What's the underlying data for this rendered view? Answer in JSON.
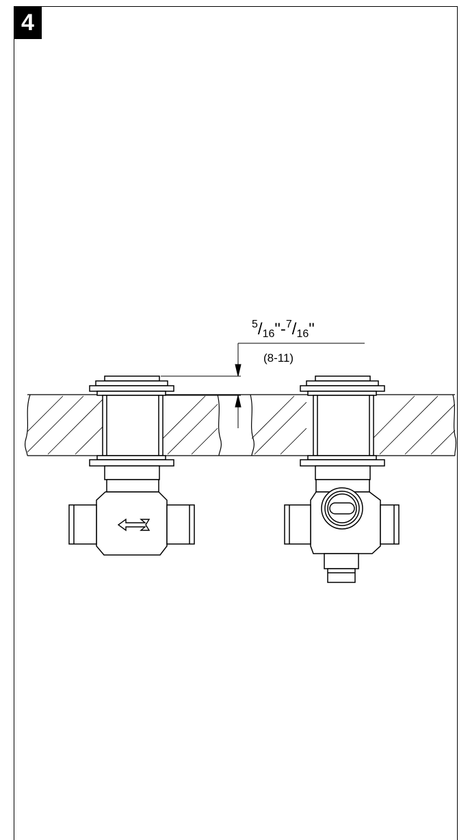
{
  "step": {
    "number": "4"
  },
  "dimension": {
    "inch_num_a": "5",
    "inch_den_a": "16",
    "separator": "\"-",
    "inch_num_b": "7",
    "inch_den_b": "16",
    "inch_mark": "\"",
    "metric": "(8-11)"
  }
}
